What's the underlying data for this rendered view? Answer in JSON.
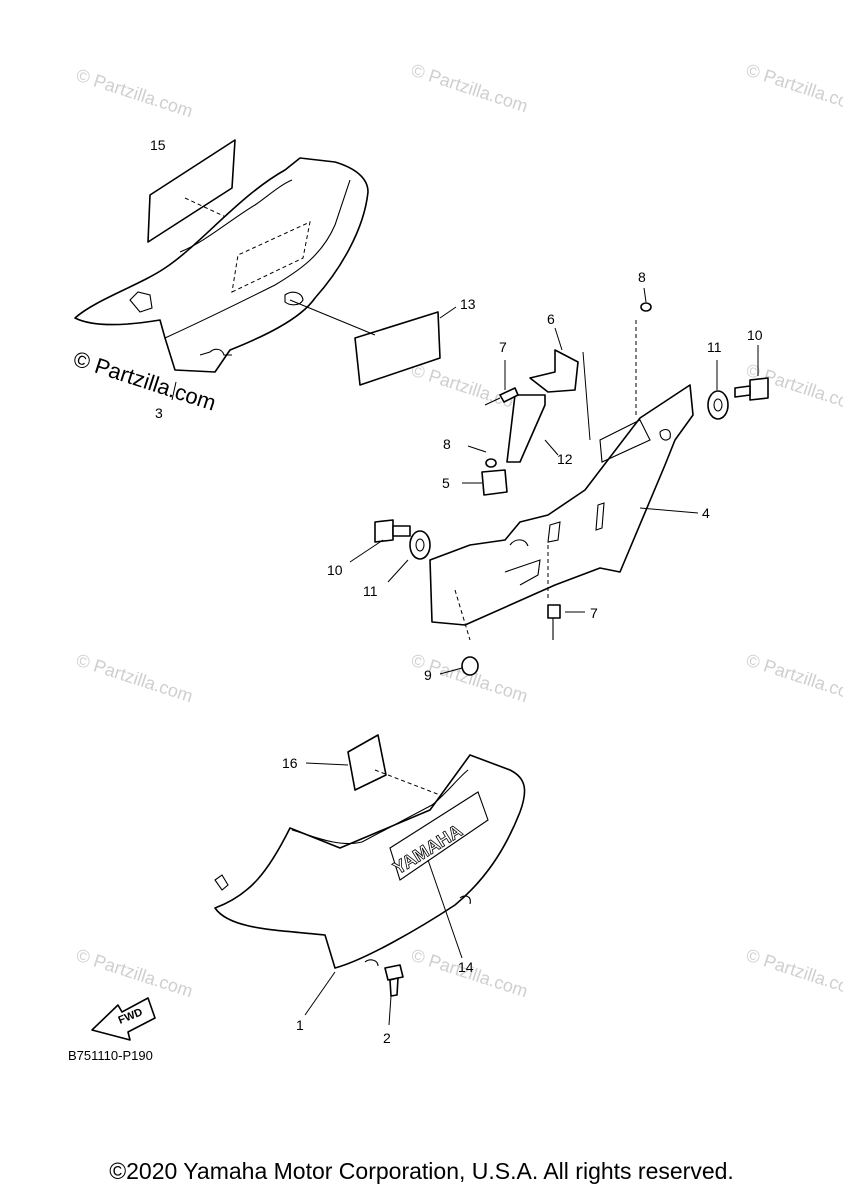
{
  "watermark": {
    "text": "© Partzilla.com",
    "prominent_text": "© Partzilla.com"
  },
  "callouts": {
    "c1": "1",
    "c2": "2",
    "c3": "3",
    "c4": "4",
    "c5": "5",
    "c6": "6",
    "c7a": "7",
    "c7b": "7",
    "c8a": "8",
    "c8b": "8",
    "c9": "9",
    "c10a": "10",
    "c10b": "10",
    "c11a": "11",
    "c11b": "11",
    "c12": "12",
    "c13": "13",
    "c14": "14",
    "c15": "15",
    "c16": "16"
  },
  "fwd_label": "FWD",
  "brand_label": "YAMAHA",
  "diagram_code": "B751110-P190",
  "copyright": "©2020 Yamaha Motor Corporation, U.S.A. All rights reserved."
}
